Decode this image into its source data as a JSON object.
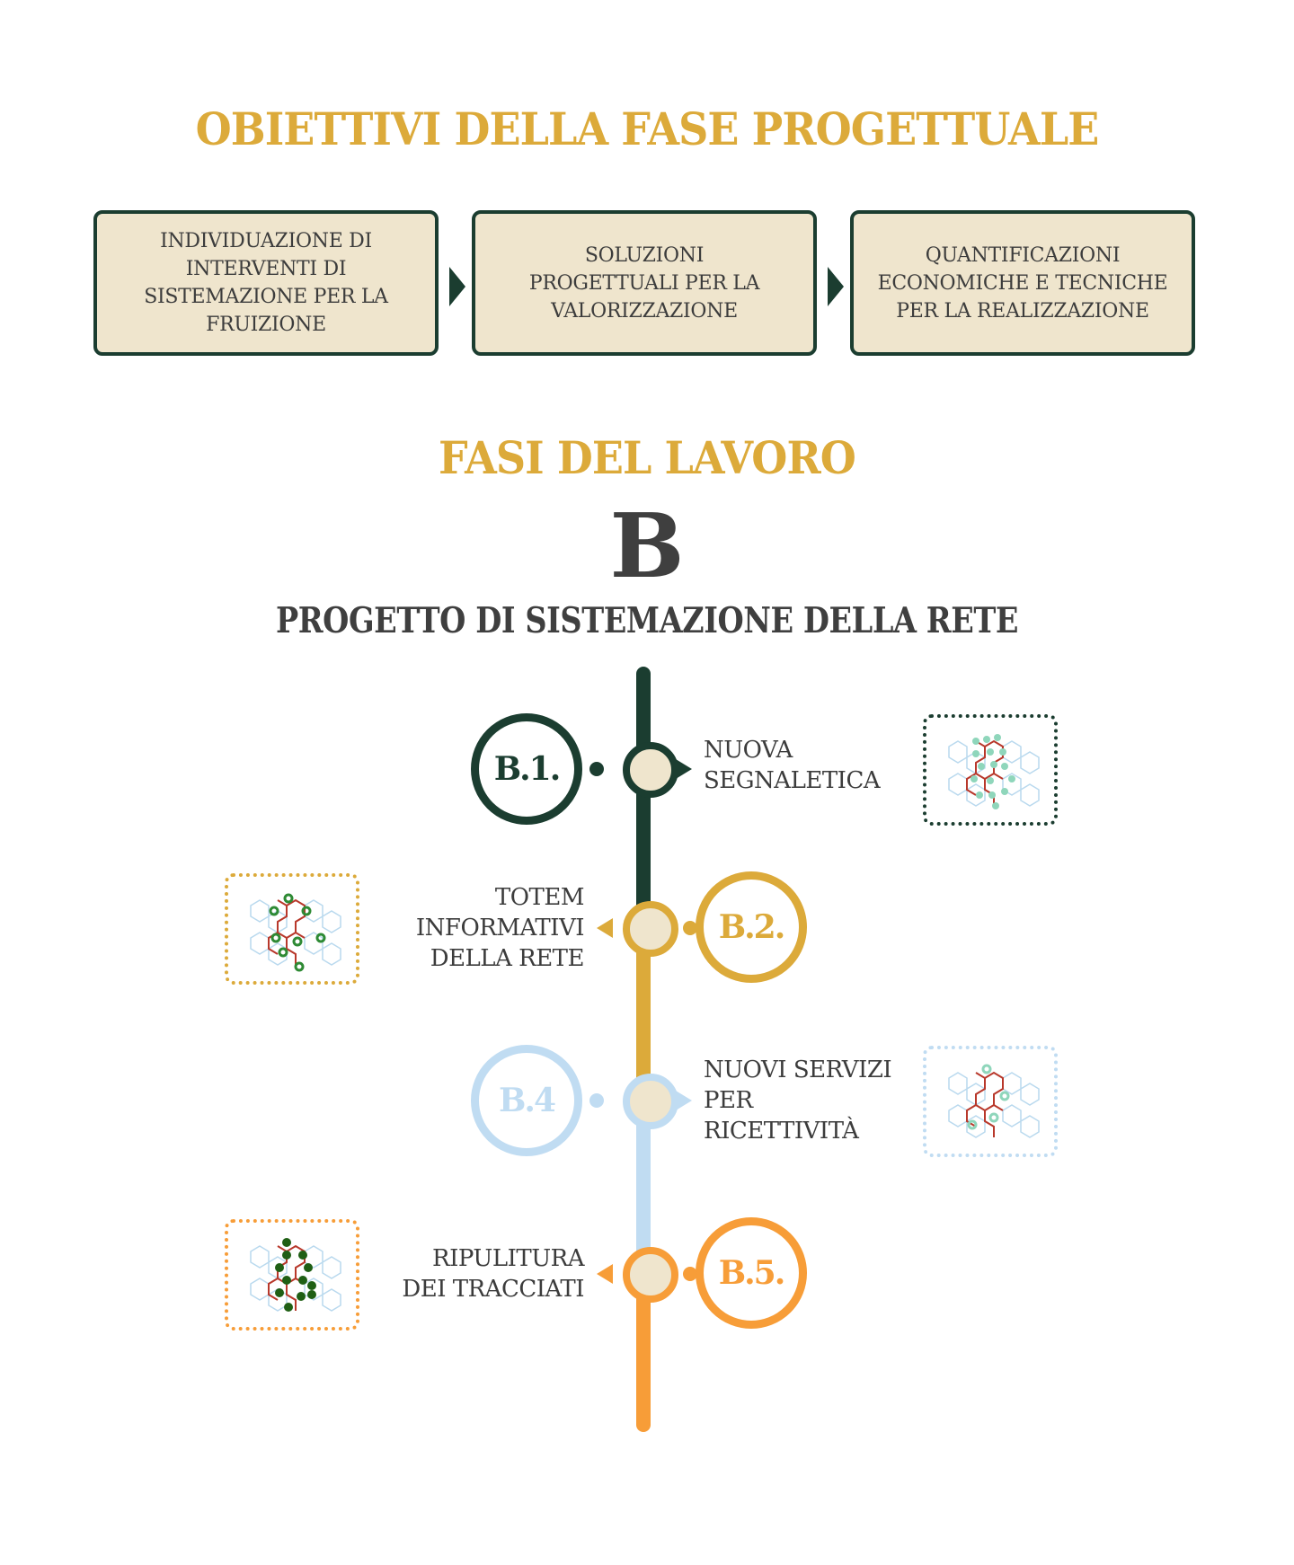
{
  "header": {
    "title": "OBIETTIVI DELLA FASE PROGETTUALE"
  },
  "objectives": [
    {
      "text": "INDIVIDUAZIONE DI\nINTERVENTI DI\nSISTEMAZIONE PER LA\nFRUIZIONE"
    },
    {
      "text": "SOLUZIONI\nPROGETTUALI PER LA\nVALORIZZAZIONE"
    },
    {
      "text": "QUANTIFICAZIONI\nECONOMICHE E TECNICHE\nPER LA REALIZZAZIONE"
    }
  ],
  "phases": {
    "title": "FASI DEL LAVORO",
    "letter": "B",
    "subtitle": "PROGETTO DI SISTEMAZIONE DELLA RETE"
  },
  "timeline": {
    "steps": [
      {
        "code": "B.1.",
        "label": "NUOVA\nSEGNALETICA",
        "side": "right",
        "color": "#1b3d30",
        "thumb_marker": "mint-pins-dense"
      },
      {
        "code": "B.2.",
        "label": "TOTEM\nINFORMATIVI\nDELLA RETE",
        "side": "left",
        "color": "#dcaa3a",
        "thumb_marker": "green-ring-pins"
      },
      {
        "code": "B.4",
        "label": "NUOVI SERVIZI\nPER\nRICETTIVITÀ",
        "side": "right",
        "color": "#c0dcf2",
        "thumb_marker": "mint-ring-pins"
      },
      {
        "code": "B.5.",
        "label": "RIPULITURA\nDEI TRACCIATI",
        "side": "left",
        "color": "#f79d38",
        "thumb_marker": "dark-green-pins"
      }
    ]
  },
  "colors": {
    "gold": "#dcaa3a",
    "dark_green": "#1b3d30",
    "light_blue": "#c0dcf2",
    "orange": "#f79d38",
    "cream": "#efe5cd",
    "text": "#3c3c3c"
  }
}
